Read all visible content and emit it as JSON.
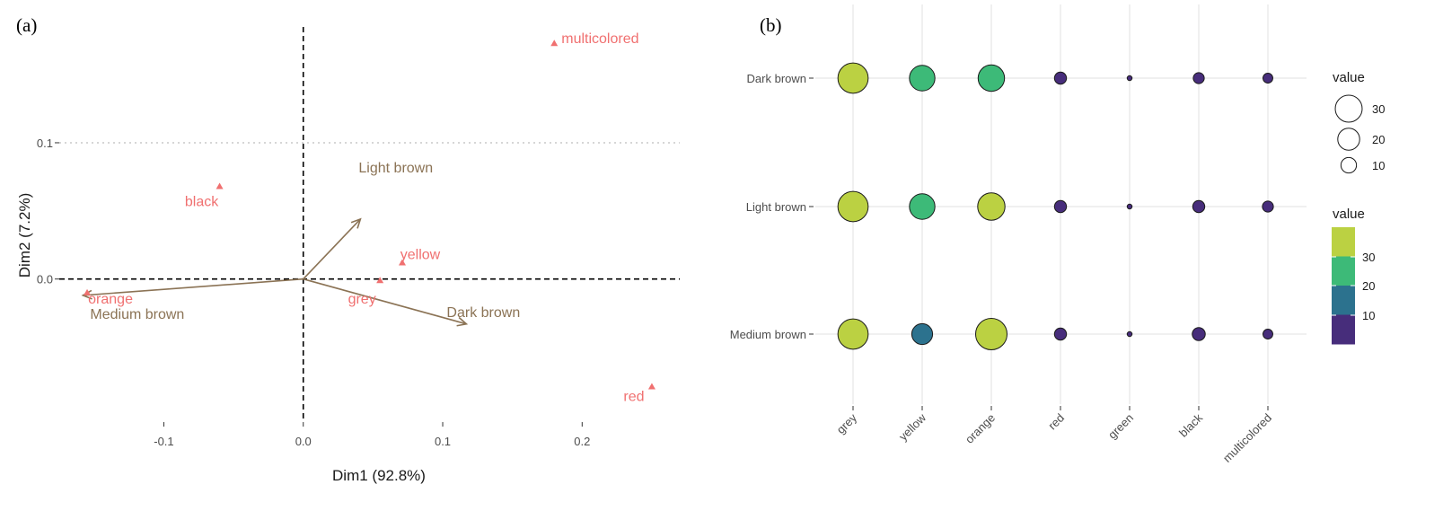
{
  "chart_data": [
    {
      "panel": "(a)",
      "type": "scatter",
      "xlabel": "Dim1 (92.8%)",
      "ylabel": "Dim2 (7.2%)",
      "xlim": [
        -0.175,
        0.27
      ],
      "ylim": [
        -0.105,
        0.185
      ],
      "xticks": [
        -0.1,
        0.0,
        0.1,
        0.2
      ],
      "xtick_labels": [
        "-0.1",
        "0.0",
        "0.1",
        "0.2"
      ],
      "yticks": [
        0.0,
        0.1
      ],
      "ytick_labels": [
        "0.0",
        "0.1"
      ],
      "reference_lines": {
        "x": 0,
        "y": 0
      },
      "dotted_hline": 0.1,
      "row_points": {
        "color": "#f07070",
        "points": [
          {
            "label": "multicolored",
            "x": 0.18,
            "y": 0.173
          },
          {
            "label": "black",
            "x": -0.06,
            "y": 0.068
          },
          {
            "label": "yellow",
            "x": 0.071,
            "y": 0.012
          },
          {
            "label": "orange",
            "x": -0.155,
            "y": -0.01
          },
          {
            "label": "grey",
            "x": 0.055,
            "y": -0.001
          },
          {
            "label": "red",
            "x": 0.25,
            "y": -0.079
          }
        ]
      },
      "column_arrows": {
        "color": "#8b7355",
        "arrows": [
          {
            "label": "Light brown",
            "x": 0.041,
            "y": 0.044
          },
          {
            "label": "Medium brown",
            "x": -0.158,
            "y": -0.012
          },
          {
            "label": "Dark brown",
            "x": 0.117,
            "y": -0.033
          }
        ]
      }
    },
    {
      "panel": "(b)",
      "type": "scatter",
      "x": [
        "grey",
        "yellow",
        "orange",
        "red",
        "green",
        "black",
        "multicolored"
      ],
      "y": [
        "Dark brown",
        "Light brown",
        "Medium brown"
      ],
      "values": [
        [
          38,
          27,
          29,
          6,
          1,
          5,
          4
        ],
        [
          38,
          27,
          31,
          6,
          1,
          6,
          5
        ],
        [
          38,
          18,
          41,
          6,
          1,
          7,
          4
        ]
      ],
      "size_legend": {
        "title": "value",
        "breaks": [
          30,
          20,
          10
        ]
      },
      "color_legend": {
        "title": "value",
        "breaks": [
          30,
          20,
          10
        ],
        "colors": [
          "#472d7b",
          "#2c728e",
          "#3dba78",
          "#bbd142"
        ]
      }
    }
  ]
}
